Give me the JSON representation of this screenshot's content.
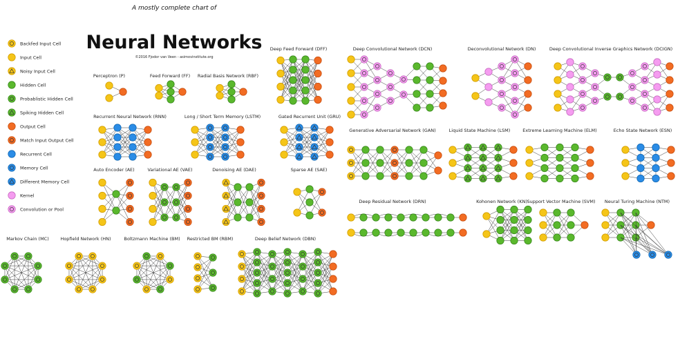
{
  "header": {
    "subtitle": "A mostly complete chart of",
    "title": "Neural Networks",
    "credit": "©2016 Fjodor van Veen - asimovinstitute.org"
  },
  "colors": {
    "yellow": "#f5c518",
    "yellow_edge": "#d39e00",
    "green": "#5ab82d",
    "green_edge": "#3a8a1d",
    "orange": "#f26c23",
    "orange_edge": "#c94e0f",
    "blue": "#2a8ce6",
    "blue_edge": "#146ab5",
    "pink": "#f59cf0",
    "pink_edge": "#c86bc2",
    "edge": "#3a3a3a"
  },
  "legend": [
    {
      "label": "Backfed Input Cell",
      "icon": "yellow-ring"
    },
    {
      "label": "Input Cell",
      "icon": "yellow"
    },
    {
      "label": "Noisy Input Cell",
      "icon": "yellow-triangle"
    },
    {
      "label": "Hidden Cell",
      "icon": "green"
    },
    {
      "label": "Probablistic Hidden Cell",
      "icon": "green-ring"
    },
    {
      "label": "Spiking Hidden Cell",
      "icon": "green-triangle"
    },
    {
      "label": "Output Cell",
      "icon": "orange"
    },
    {
      "label": "Match Input Output Cell",
      "icon": "orange-ring"
    },
    {
      "label": "Recurrent Cell",
      "icon": "blue"
    },
    {
      "label": "Memory Cell",
      "icon": "blue-ring"
    },
    {
      "label": "Different Memory Cell",
      "icon": "blue-triangle"
    },
    {
      "label": "Kernel",
      "icon": "pink"
    },
    {
      "label": "Convolution or Pool",
      "icon": "pink-ring"
    }
  ],
  "networks": [
    {
      "key": "p",
      "label": "Perceptron (P)"
    },
    {
      "key": "ff",
      "label": "Feed Forward (FF)"
    },
    {
      "key": "rbf",
      "label": "Radial Basis Network (RBF)"
    },
    {
      "key": "dff",
      "label": "Deep Feed Forward (DFF)"
    },
    {
      "key": "rnn",
      "label": "Recurrent Neural Network (RNN)"
    },
    {
      "key": "lstm",
      "label": "Long / Short Term Memory (LSTM)"
    },
    {
      "key": "gru",
      "label": "Gated Recurrent Unit (GRU)"
    },
    {
      "key": "ae",
      "label": "Auto Encoder (AE)"
    },
    {
      "key": "vae",
      "label": "Variational AE (VAE)"
    },
    {
      "key": "dae",
      "label": "Denoising AE (DAE)"
    },
    {
      "key": "sae",
      "label": "Sparse AE (SAE)"
    },
    {
      "key": "mc",
      "label": "Markov Chain (MC)"
    },
    {
      "key": "hn",
      "label": "Hopfield Network (HN)"
    },
    {
      "key": "bm",
      "label": "Boltzmann Machine (BM)"
    },
    {
      "key": "rbm",
      "label": "Restricted BM (RBM)"
    },
    {
      "key": "dbn",
      "label": "Deep Belief Network (DBN)"
    },
    {
      "key": "dcn",
      "label": "Deep Convolutional Network (DCN)"
    },
    {
      "key": "dn",
      "label": "Deconvolutional Network (DN)"
    },
    {
      "key": "dcign",
      "label": "Deep Convolutional Inverse Graphics Network (DCIGN)"
    },
    {
      "key": "gan",
      "label": "Generative Adversarial Network (GAN)"
    },
    {
      "key": "lsm",
      "label": "Liquid State Machine (LSM)"
    },
    {
      "key": "elm",
      "label": "Extreme Learning Machine (ELM)"
    },
    {
      "key": "esn",
      "label": "Echo State Network (ESN)"
    },
    {
      "key": "drn",
      "label": "Deep Residual Network (DRN)"
    },
    {
      "key": "kn",
      "label": "Kohonen Network (KN)"
    },
    {
      "key": "svm",
      "label": "Support Vector Machine (SVM)"
    },
    {
      "key": "ntm",
      "label": "Neural Turing Machine (NTM)"
    }
  ]
}
